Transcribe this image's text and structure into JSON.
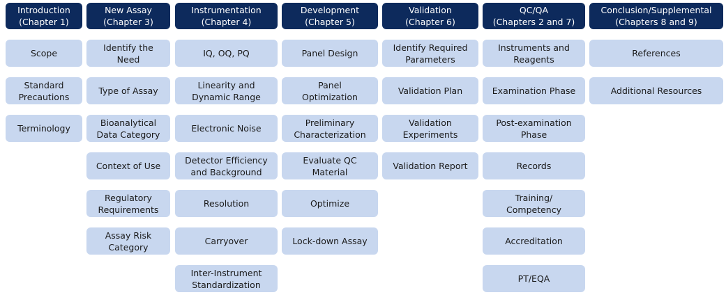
{
  "columns": [
    {
      "header": "Introduction\n(Chapter 1)",
      "items": [
        "Scope",
        "Standard\nPrecautions",
        "Terminology"
      ]
    },
    {
      "header": "New Assay\n(Chapter 3)",
      "items": [
        "Identify the\nNeed",
        "Type of Assay",
        "Bioanalytical\nData Category",
        "Context of Use",
        "Regulatory\nRequirements",
        "Assay Risk\nCategory"
      ]
    },
    {
      "header": "Instrumentation\n(Chapter 4)",
      "items": [
        "IQ, OQ, PQ",
        "Linearity and\nDynamic Range",
        "Electronic Noise",
        "Detector  Efficiency\nand Background",
        "Resolution",
        "Carryover",
        "Inter-Instrument\nStandardization"
      ]
    },
    {
      "header": "Development\n(Chapter 5)",
      "items": [
        "Panel Design",
        "Panel\nOptimization",
        "Preliminary\nCharacterization",
        "Evaluate QC\nMaterial",
        "Optimize",
        "Lock-down Assay"
      ]
    },
    {
      "header": "Validation\n(Chapter 6)",
      "items": [
        "Identify Required\nParameters",
        "Validation Plan",
        "Validation\nExperiments",
        "Validation Report"
      ]
    },
    {
      "header": "QC/QA\n(Chapters 2 and 7)",
      "items": [
        "Instruments and\nReagents",
        "Examination Phase",
        "Post-examination\nPhase",
        "Records",
        "Training/\nCompetency",
        "Accreditation",
        "PT/EQA"
      ]
    },
    {
      "header": "Conclusion/Supplemental\n(Chapters 8 and 9)",
      "items": [
        "References",
        "Additional Resources"
      ]
    }
  ]
}
